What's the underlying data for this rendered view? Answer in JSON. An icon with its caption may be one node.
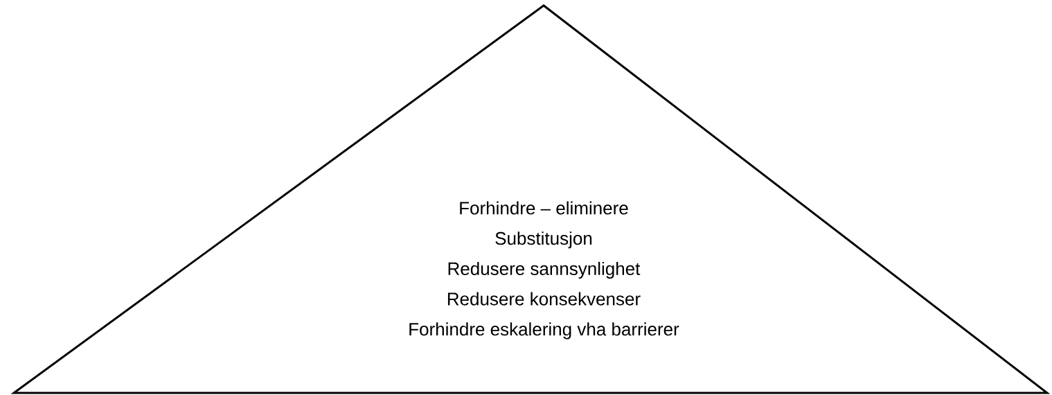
{
  "diagram": {
    "nodes": [
      {
        "text": [
          "Forhindre – eliminere",
          "Substitusjon",
          "Redusere sannsynlighet",
          "Redusere konsekvenser",
          "Forhindre eskalering vha barrierer"
        ]
      }
    ]
  }
}
